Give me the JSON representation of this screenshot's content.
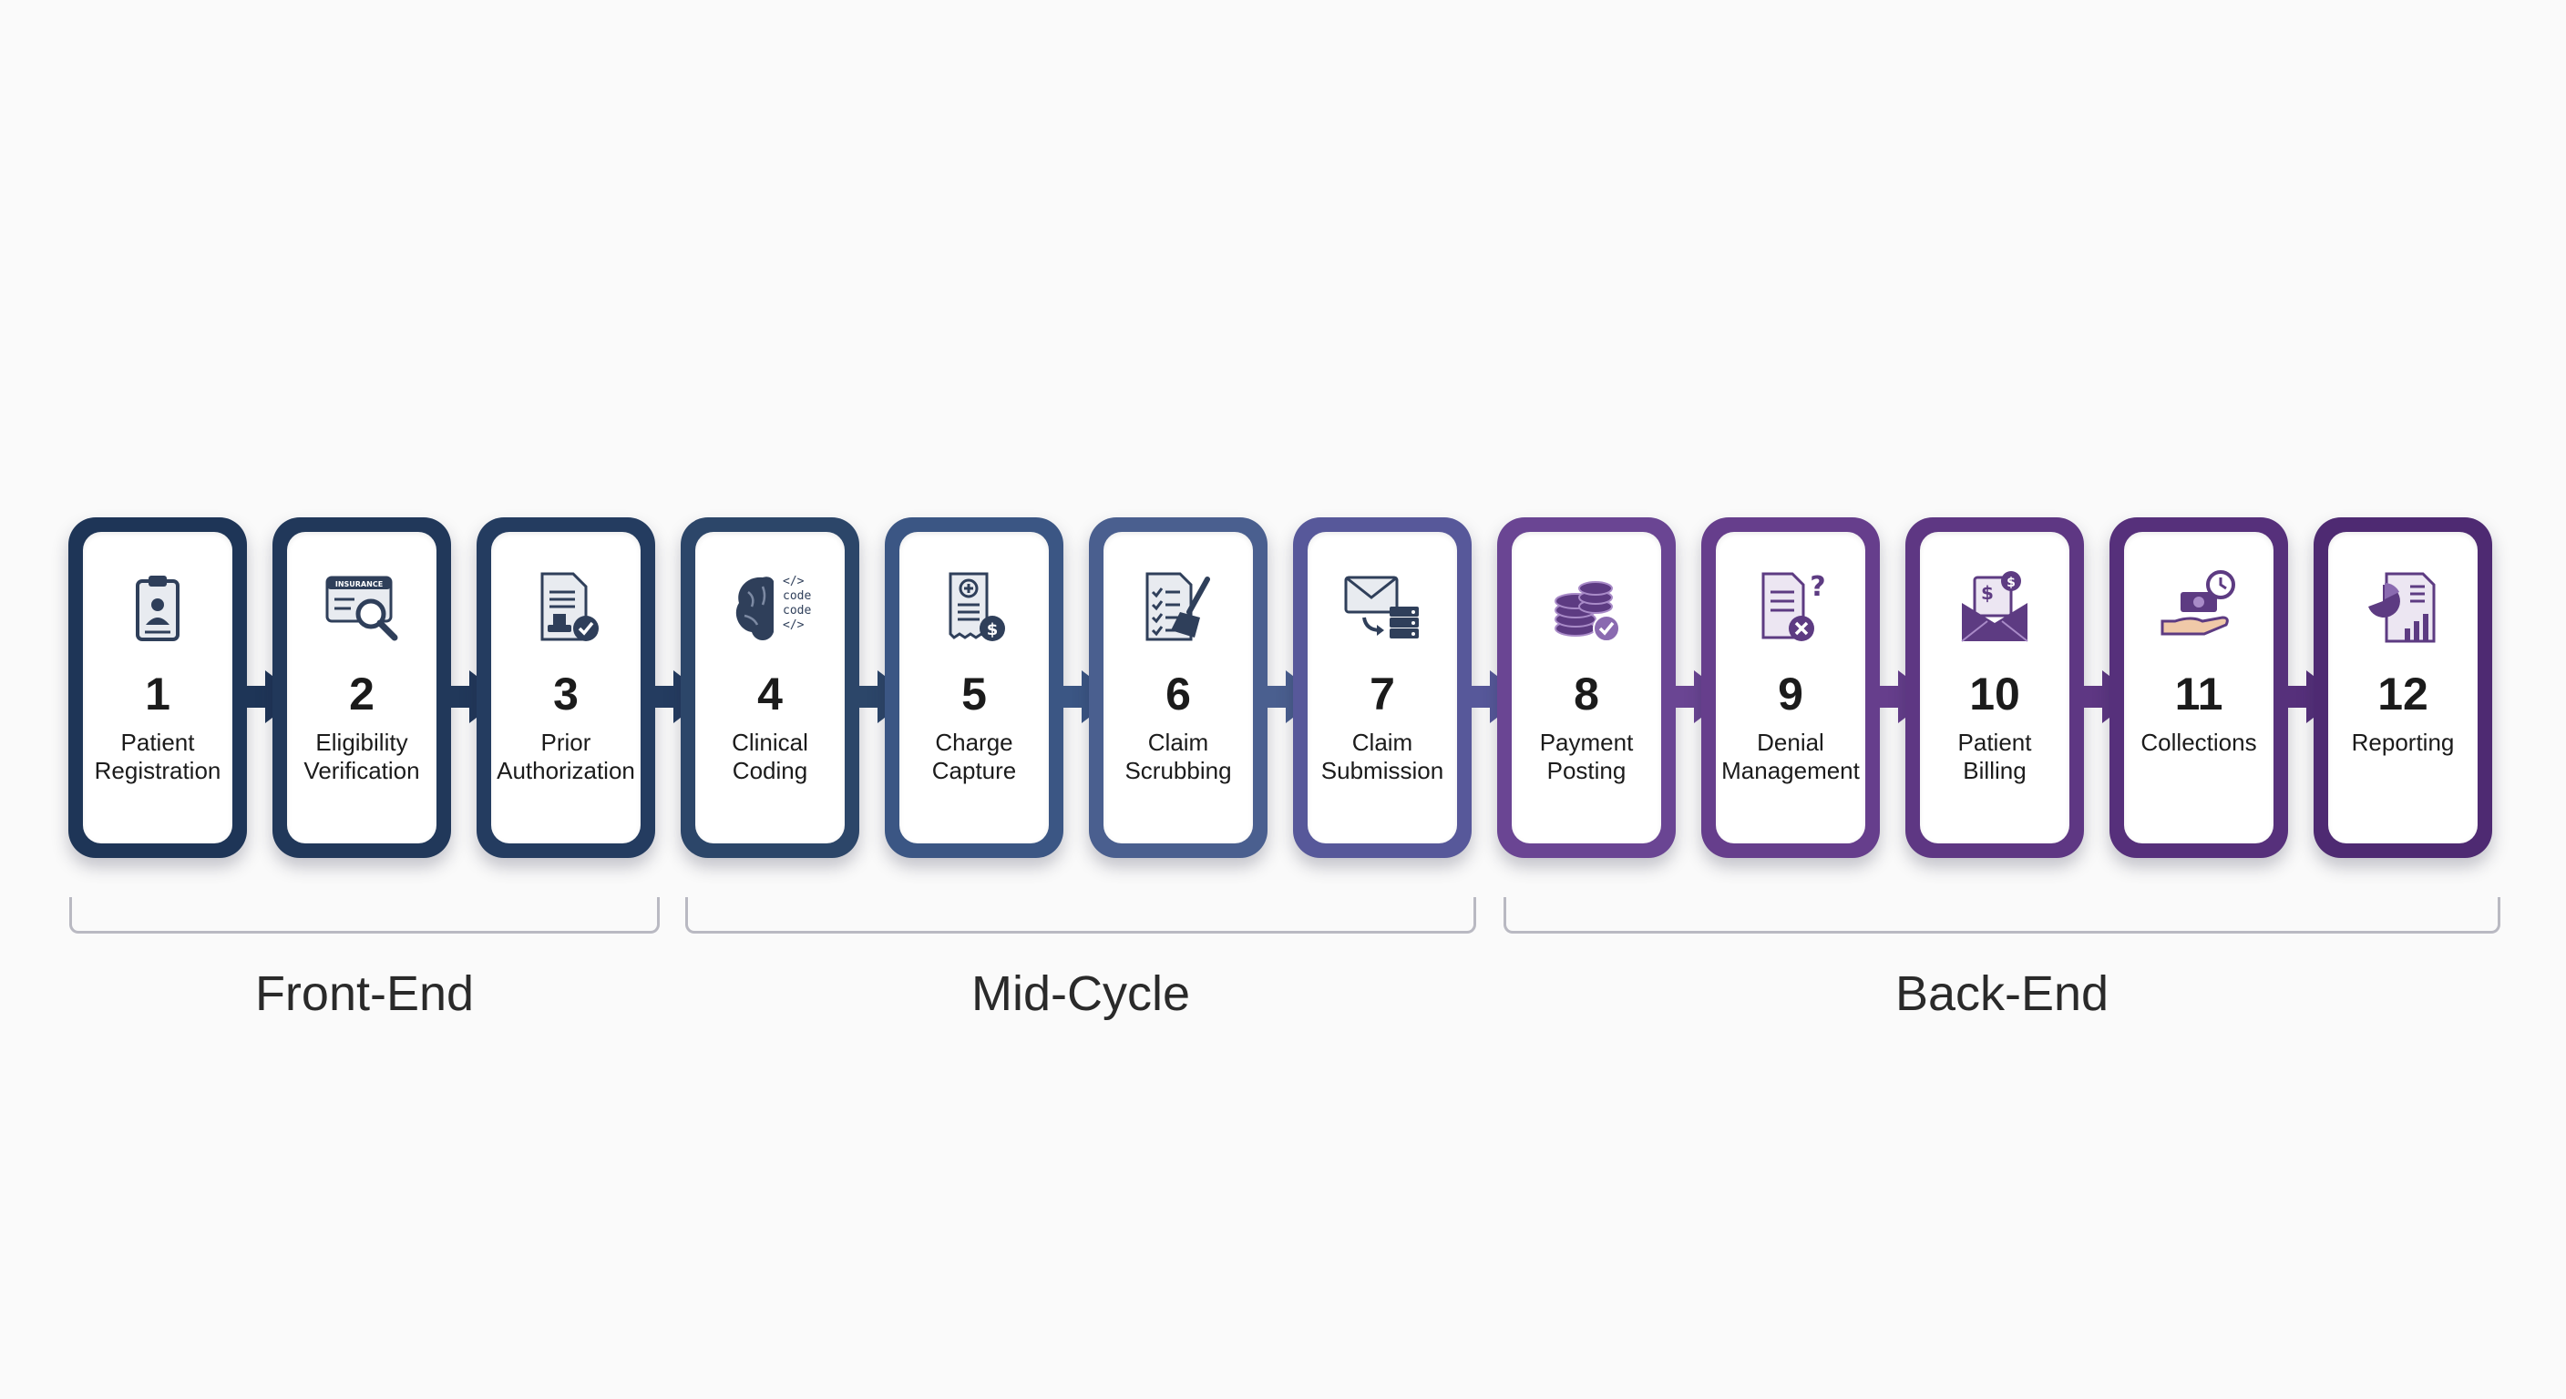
{
  "steps": [
    {
      "number": "1",
      "label": "Patient\nRegistration",
      "icon": "clipboard-patient-icon",
      "color": "#1e3557"
    },
    {
      "number": "2",
      "label": "Eligibility\nVerification",
      "icon": "insurance-card-search-icon",
      "color": "#21385a",
      "icon_text": "INSURANCE"
    },
    {
      "number": "3",
      "label": "Prior\nAuthorization",
      "icon": "document-stamp-approved-icon",
      "color": "#243c60"
    },
    {
      "number": "4",
      "label": "Clinical\nCoding",
      "icon": "brain-code-icon",
      "color": "#2c4669",
      "icon_text": [
        "</>",
        "code",
        "code",
        "</>"
      ]
    },
    {
      "number": "5",
      "label": "Charge\nCapture",
      "icon": "receipt-dollar-icon",
      "color": "#3b5684"
    },
    {
      "number": "6",
      "label": "Claim\nScrubbing",
      "icon": "checklist-brush-icon",
      "color": "#4a5f8f"
    },
    {
      "number": "7",
      "label": "Claim\nSubmission",
      "icon": "envelope-server-icon",
      "color": "#57589a"
    },
    {
      "number": "8",
      "label": "Payment\nPosting",
      "icon": "coin-stack-check-icon",
      "color": "#6a4593"
    },
    {
      "number": "9",
      "label": "Denial\nManagement",
      "icon": "document-denied-question-icon",
      "color": "#663e8c"
    },
    {
      "number": "10",
      "label": "Patient\nBilling",
      "icon": "envelope-bill-dollar-icon",
      "color": "#5e3783"
    },
    {
      "number": "11",
      "label": "Collections",
      "icon": "hand-money-clock-icon",
      "color": "#56307b"
    },
    {
      "number": "12",
      "label": "Reporting",
      "icon": "report-chart-icon",
      "color": "#4e2a72"
    }
  ],
  "phases": [
    {
      "label": "Front-End"
    },
    {
      "label": "Mid-Cycle"
    },
    {
      "label": "Back-End"
    }
  ],
  "colors": {
    "icon_dark": "#2f3f5a",
    "icon_purple": "#5d3b82",
    "bracket": "#b9b9c2"
  }
}
